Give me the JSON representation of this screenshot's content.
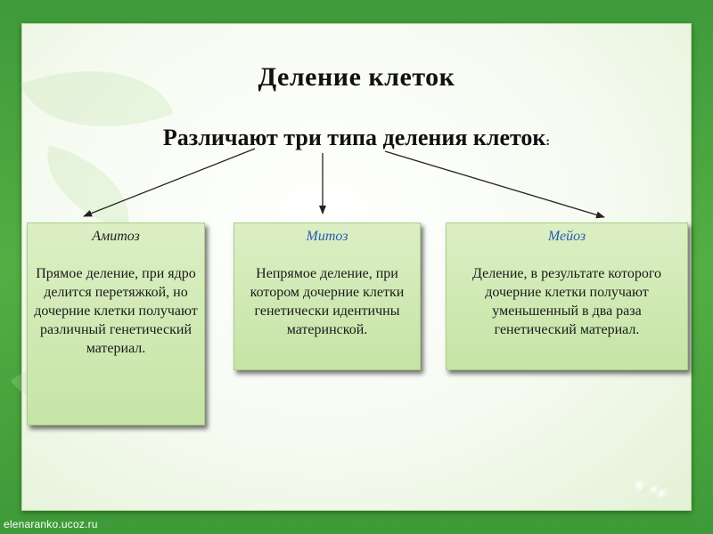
{
  "title": "Деление клеток",
  "subtitle": {
    "text": "Различают три типа деления клеток",
    "colon": ":"
  },
  "boxes": [
    {
      "heading": "Амитоз",
      "text": "Прямое деление, при ядро делится перетяжкой, но дочерние клетки получают различный генетический материал."
    },
    {
      "heading": "Митоз",
      "text": "Непрямое деление, при котором дочерние клетки генетически идентичны материнской."
    },
    {
      "heading": "Мейоз",
      "text": "Деление, в результате которого дочерние клетки получают уменьшенный в два раза генетический материал."
    }
  ],
  "footer": "elenaranko.ucoz.ru",
  "colors": {
    "accent_heading": "#2a5ab3",
    "border_green": "#3f9a3a",
    "box_fill": "#cfe8b2"
  }
}
